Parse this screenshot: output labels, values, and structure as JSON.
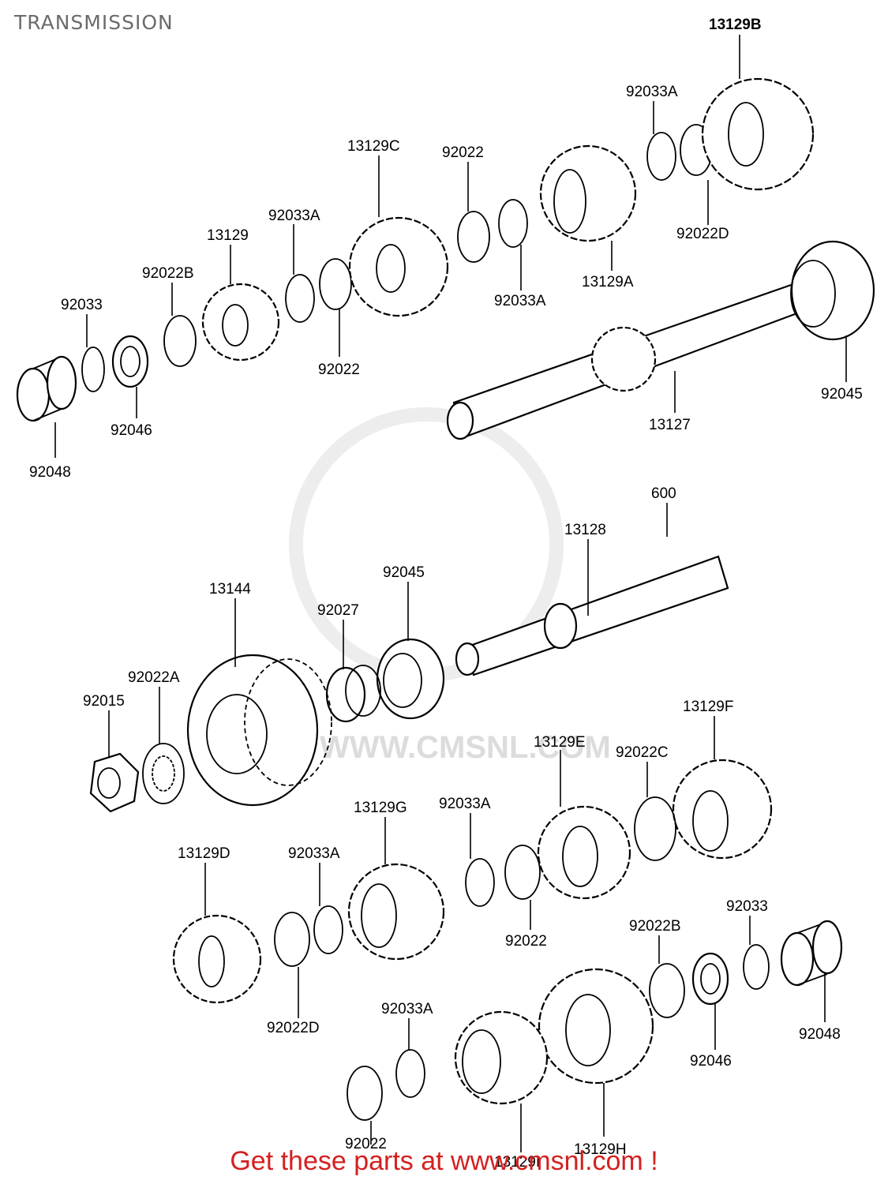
{
  "title": "TRANSMISSION",
  "watermark": "WWW.CMSNL.COM",
  "footer": "Get these parts at www.cmsnl.com !",
  "colors": {
    "footer": "#d42020",
    "title": "#6b6b6b",
    "watermark": "#dcdcdc"
  },
  "callouts": [
    "13129B",
    "92033A",
    "13129C",
    "92022",
    "92022D",
    "13129",
    "92033A",
    "92033A",
    "13129A",
    "92022B",
    "92033",
    "92022",
    "92045",
    "92046",
    "13127",
    "92048",
    "600",
    "13128",
    "13144",
    "92045",
    "92027",
    "92022A",
    "92015",
    "13129F",
    "13129E",
    "92022C",
    "13129G",
    "92033A",
    "13129D",
    "92033A",
    "92022",
    "92022B",
    "92033",
    "92022D",
    "92033A",
    "92048",
    "92046",
    "92022",
    "13129I",
    "13129H"
  ]
}
